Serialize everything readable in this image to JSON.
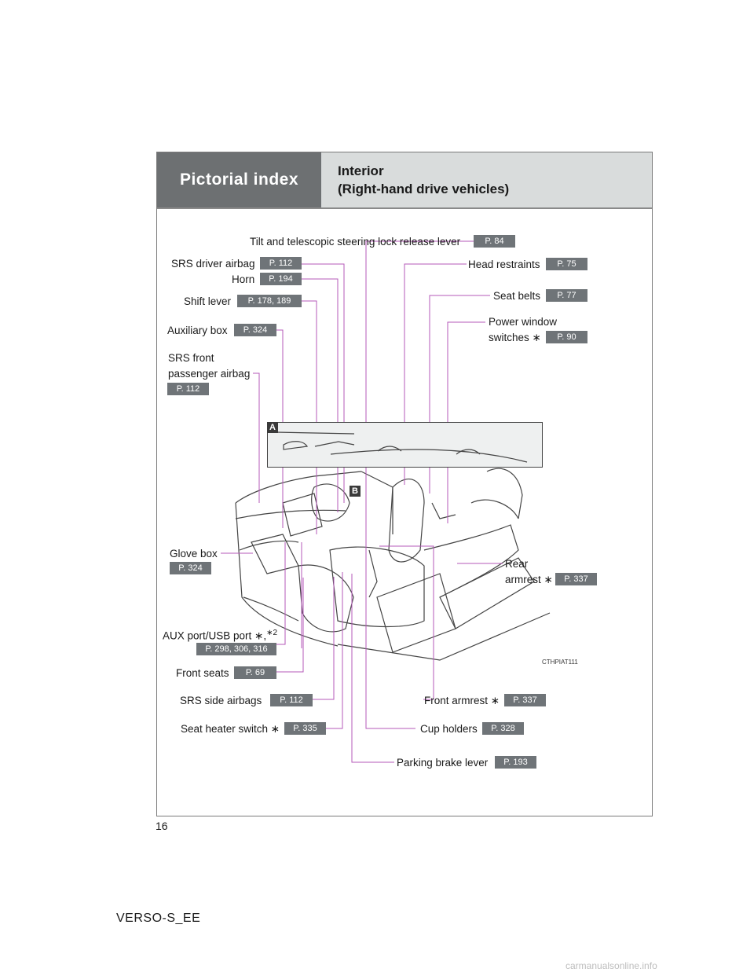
{
  "header": {
    "section": "Pictorial index",
    "title_line1": "Interior",
    "title_line2": "(Right-hand drive vehicles)"
  },
  "labels": {
    "tilt": {
      "text": "Tilt and telescopic steering lock release lever",
      "page": "P. 84"
    },
    "srs_driver": {
      "text": "SRS driver airbag",
      "page": "P. 112"
    },
    "horn": {
      "text": "Horn",
      "page": "P. 194"
    },
    "shift": {
      "text": "Shift lever",
      "page": "P. 178, 189"
    },
    "aux_box": {
      "text": "Auxiliary box",
      "page": "P. 324"
    },
    "srs_front_1": {
      "text": "SRS front"
    },
    "srs_front_2": {
      "text": "passenger airbag",
      "page": "P. 112"
    },
    "head": {
      "text": "Head restraints",
      "page": "P. 75"
    },
    "belts": {
      "text": "Seat belts",
      "page": "P. 77"
    },
    "window_1": {
      "text": "Power window"
    },
    "window_2": {
      "text": "switches ∗",
      "page": "P. 90"
    },
    "glove": {
      "text": "Glove box",
      "page": "P. 324"
    },
    "rear_1": {
      "text": "Rear"
    },
    "rear_2": {
      "text": "armrest ∗",
      "page": "P. 337"
    },
    "aux_port": {
      "text": "AUX port/USB port ∗,",
      "sup": "∗2",
      "page": "P. 298, 306, 316"
    },
    "front_seats": {
      "text": "Front seats",
      "page": "P. 69"
    },
    "side_airbags": {
      "text": "SRS side airbags",
      "page": "P. 112"
    },
    "seat_heater": {
      "text": "Seat heater switch ∗",
      "page": "P. 335"
    },
    "front_arm": {
      "text": "Front armrest ∗",
      "page": "P. 337"
    },
    "cup": {
      "text": "Cup holders",
      "page": "P. 328"
    },
    "parking": {
      "text": "Parking brake lever",
      "page": "P. 193"
    }
  },
  "illustration": {
    "tag_a": "A",
    "tag_b": "B",
    "code": "CTHPIAT111"
  },
  "page_number": "16",
  "footer": "VERSO-S_EE",
  "watermark": "carmanualsonline.info",
  "colors": {
    "leader": "#b45ab8",
    "badge": "#6f7478",
    "header_dark": "#6d7072",
    "header_light": "#d9dcdc"
  }
}
